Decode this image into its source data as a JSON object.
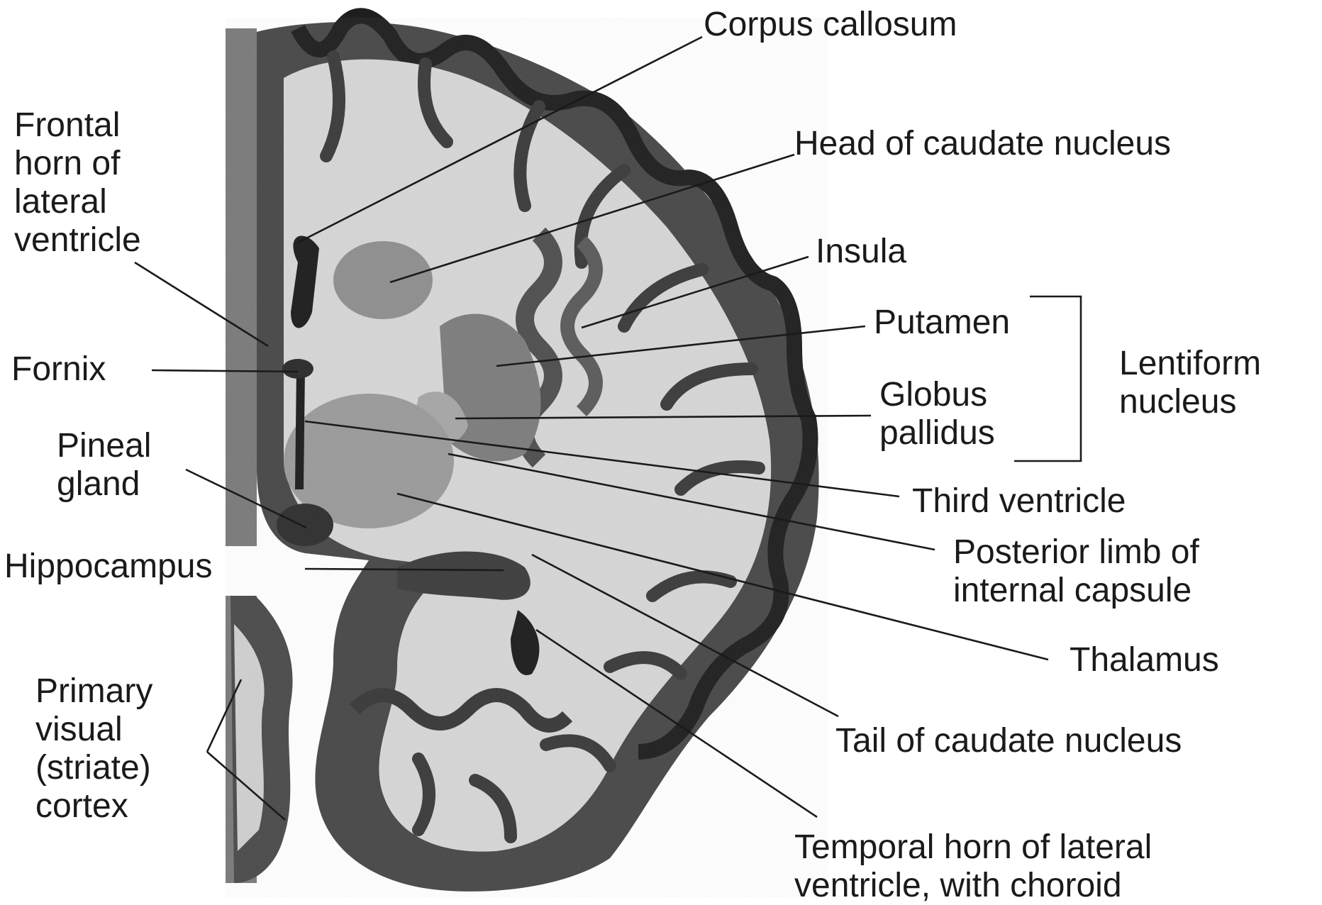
{
  "labels": {
    "corpus_callosum": "Corpus callosum",
    "head_of_caudate_nucleus": "Head of caudate nucleus",
    "insula": "Insula",
    "putamen": "Putamen",
    "globus_pallidus": "Globus\npallidus",
    "lentiform_nucleus": "Lentiform\nnucleus",
    "third_ventricle": "Third ventricle",
    "posterior_limb_internal_capsule": "Posterior limb of\ninternal capsule",
    "thalamus": "Thalamus",
    "tail_of_caudate_nucleus": "Tail of caudate nucleus",
    "temporal_horn_lateral_ventricle": "Temporal horn of lateral\nventricle, with choroid",
    "frontal_horn_lateral_ventricle": "Frontal\nhorn of\nlateral\nventricle",
    "fornix": "Fornix",
    "pineal_gland": "Pineal\ngland",
    "hippocampus": "Hippocampus",
    "primary_visual_cortex": "Primary\nvisual\n(striate)\ncortex"
  },
  "colors": {
    "gray_matter": "#4a4a4a",
    "white_matter": "#d9d9d9",
    "deep_nuclei": "#8a8a8a",
    "ventricle": "#1c1c1c"
  }
}
